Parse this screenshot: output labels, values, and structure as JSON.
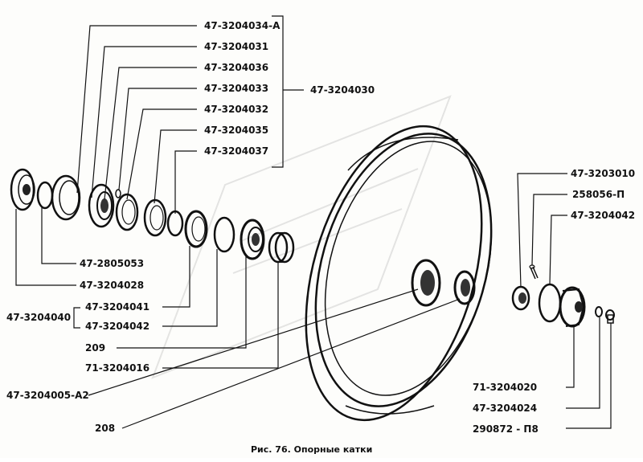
{
  "caption": "Рис. 76. Опорные катки",
  "labels": {
    "l_034a": "47-3204034-А",
    "l_031": "47-3204031",
    "l_036": "47-3204036",
    "l_033": "47-3204033",
    "l_032": "47-3204032",
    "l_035": "47-3204035",
    "l_037": "47-3204037",
    "l_030": "47-3204030",
    "l_053": "47-2805053",
    "l_028": "47-3204028",
    "l_040": "47-3204040",
    "l_041": "47-3204041",
    "l_042a": "47-3204042",
    "l_209": "209",
    "l_016": "71-3204016",
    "l_005": "47-3204005-А2",
    "l_208": "208",
    "l_010": "47-3203010",
    "l_258": "258056-П",
    "l_042b": "47-3204042",
    "l_020": "71-3204020",
    "l_024": "47-3204024",
    "l_290": "290872 - П8"
  }
}
